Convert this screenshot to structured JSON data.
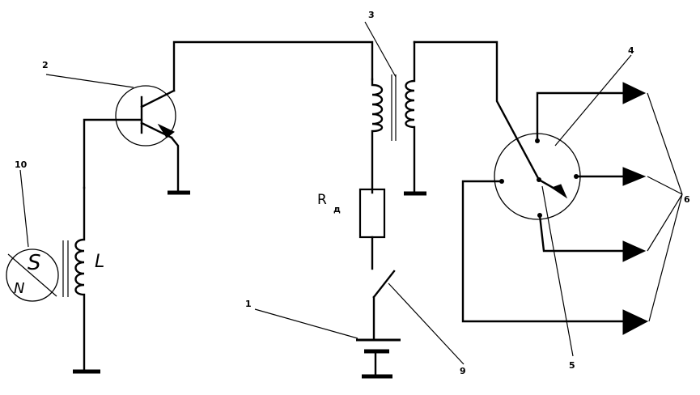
{
  "callouts": {
    "c1": "1",
    "c2": "2",
    "c3": "3",
    "c4": "4",
    "c5": "5",
    "c6": "6",
    "c9": "9",
    "c10": "10"
  },
  "labels": {
    "resistor_main": "R",
    "resistor_sub": "д",
    "coil": "L",
    "magnet_s": "S",
    "magnet_n": "N"
  }
}
